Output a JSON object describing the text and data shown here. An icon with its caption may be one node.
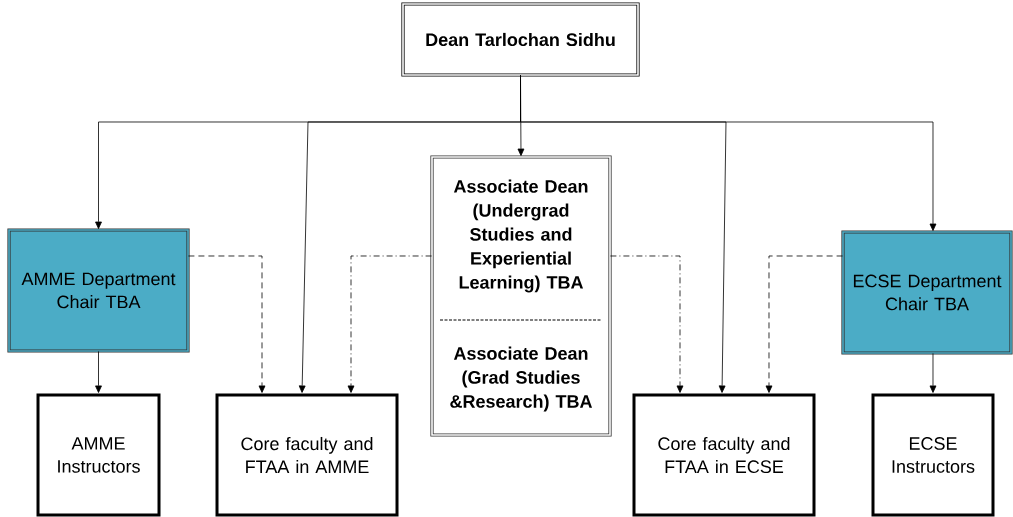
{
  "diagram": {
    "nodes": [
      {
        "text": [
          "Dean Tarlochan Sidhu"
        ]
      },
      {
        "text": [
          "AMME Department Chair TBA"
        ]
      },
      {
        "text": [
          "Associate Dean (Undergrad Studies and Experiential Learning) TBA",
          "Associate Dean (Grad Studies &Research) TBA"
        ]
      },
      {
        "text": [
          "ECSE Department Chair TBA"
        ]
      },
      {
        "text": [
          "AMME Instructors"
        ]
      },
      {
        "text": [
          "Core faculty and FTAA in AMME"
        ]
      },
      {
        "text": [
          "Core faculty and FTAA in ECSE"
        ]
      },
      {
        "text": [
          "ECSE Instructors"
        ]
      }
    ],
    "edges": [
      {
        "from": 0,
        "to": 1,
        "arrow": "to"
      },
      {
        "from": 0,
        "to": 5,
        "arrow": "to"
      },
      {
        "from": 0,
        "to": 2,
        "arrow": "to"
      },
      {
        "from": 0,
        "to": 6,
        "arrow": "to"
      },
      {
        "from": 0,
        "to": 3,
        "arrow": "to"
      },
      {
        "from": 1,
        "to": 4,
        "arrow": "to"
      },
      {
        "from": 1,
        "to": 5,
        "arrow": "to",
        "style": "dashed"
      },
      {
        "from": 2,
        "to": 5,
        "arrow": "to",
        "style": "dashed"
      },
      {
        "from": 2,
        "to": 6,
        "arrow": "to",
        "style": "dashed"
      },
      {
        "from": 3,
        "to": 6,
        "arrow": "to",
        "style": "dashed"
      },
      {
        "from": 3,
        "to": 7,
        "arrow": "to"
      }
    ]
  }
}
